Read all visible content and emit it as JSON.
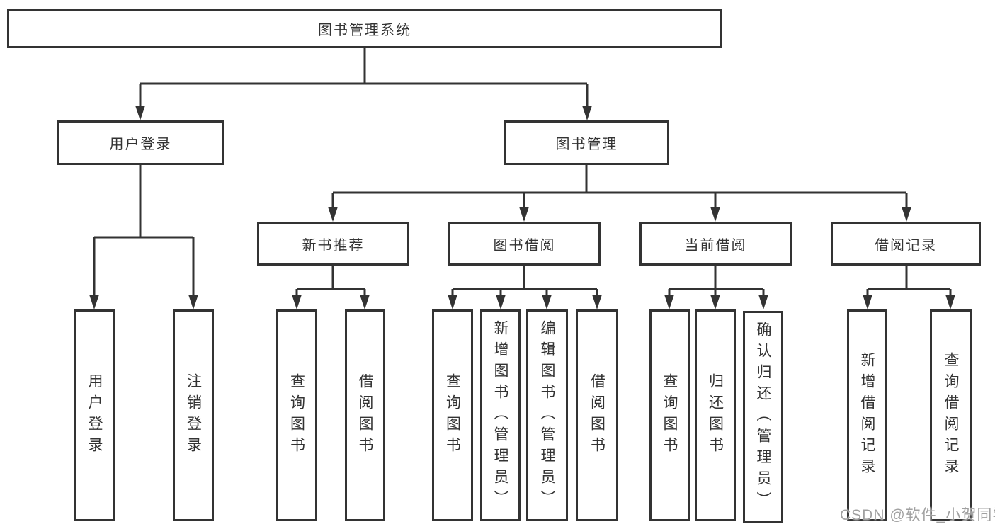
{
  "diagram": {
    "root": {
      "label": "图书管理系统"
    },
    "branches": [
      {
        "label": "用户登录",
        "children": [
          {
            "label": "用户登录"
          },
          {
            "label": "注销登录"
          }
        ]
      },
      {
        "label": "图书管理",
        "children": [
          {
            "label": "新书推荐",
            "children": [
              {
                "label": "查询图书"
              },
              {
                "label": "借阅图书"
              }
            ]
          },
          {
            "label": "图书借阅",
            "children": [
              {
                "label": "查询图书"
              },
              {
                "label": "新增图书（管理员）"
              },
              {
                "label": "编辑图书（管理员）"
              },
              {
                "label": "借阅图书"
              }
            ]
          },
          {
            "label": "当前借阅",
            "children": [
              {
                "label": "查询图书"
              },
              {
                "label": "归还图书"
              },
              {
                "label": "确认归还（管理员）"
              }
            ]
          },
          {
            "label": "借阅记录",
            "children": [
              {
                "label": "新增借阅记录"
              },
              {
                "label": "查询借阅记录"
              }
            ]
          }
        ]
      }
    ]
  },
  "watermark": {
    "text": "CSDN @软件_小贺同学"
  },
  "colors": {
    "line": "#333333",
    "box_border": "#333333",
    "text": "#333333",
    "watermark_text": "#a0a0a0",
    "background": "#ffffff"
  }
}
